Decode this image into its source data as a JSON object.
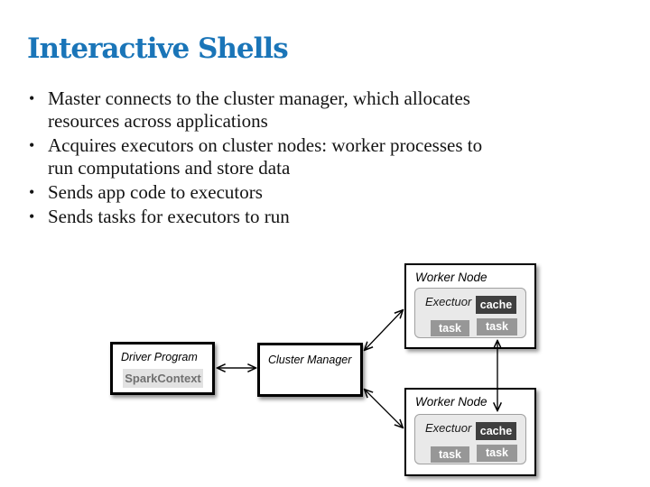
{
  "slide": {
    "title": "Interactive Shells"
  },
  "bullets": [
    {
      "lines": [
        "Master connects to the cluster manager, which allocates",
        "resources across applications"
      ]
    },
    {
      "lines": [
        "Acquires executors on cluster nodes: worker processes to",
        "run computations and store data"
      ]
    },
    {
      "lines": [
        "Sends app code to executors"
      ]
    },
    {
      "lines": [
        "Sends tasks for executors to run"
      ]
    }
  ],
  "diagram": {
    "driver": {
      "label": "Driver Program",
      "context_label": "SparkContext"
    },
    "cluster_manager": {
      "label": "Cluster Manager"
    },
    "workers": [
      {
        "label": "Worker Node",
        "executor_label": "Exectuor",
        "cache_label": "cache",
        "tasks": [
          "task",
          "task"
        ]
      },
      {
        "label": "Worker Node",
        "executor_label": "Exectuor",
        "cache_label": "cache",
        "tasks": [
          "task",
          "task"
        ]
      }
    ],
    "connections": [
      {
        "from": "driver-program",
        "to": "cluster-manager",
        "bidirectional": true
      },
      {
        "from": "cluster-manager",
        "to": "worker-node-1",
        "bidirectional": true
      },
      {
        "from": "cluster-manager",
        "to": "worker-node-2",
        "bidirectional": true
      },
      {
        "from": "worker-node-1",
        "to": "worker-node-2",
        "bidirectional": true
      }
    ]
  },
  "colors": {
    "title": "#1a75b8",
    "body_text": "#141414",
    "cache_bg": "#3f3f3f",
    "task_bg": "#979797",
    "executor_bg": "#e9e9e9",
    "sparkcontext_bg": "#e2e2e2",
    "sparkcontext_text": "#707070",
    "arrow": "#000000"
  }
}
